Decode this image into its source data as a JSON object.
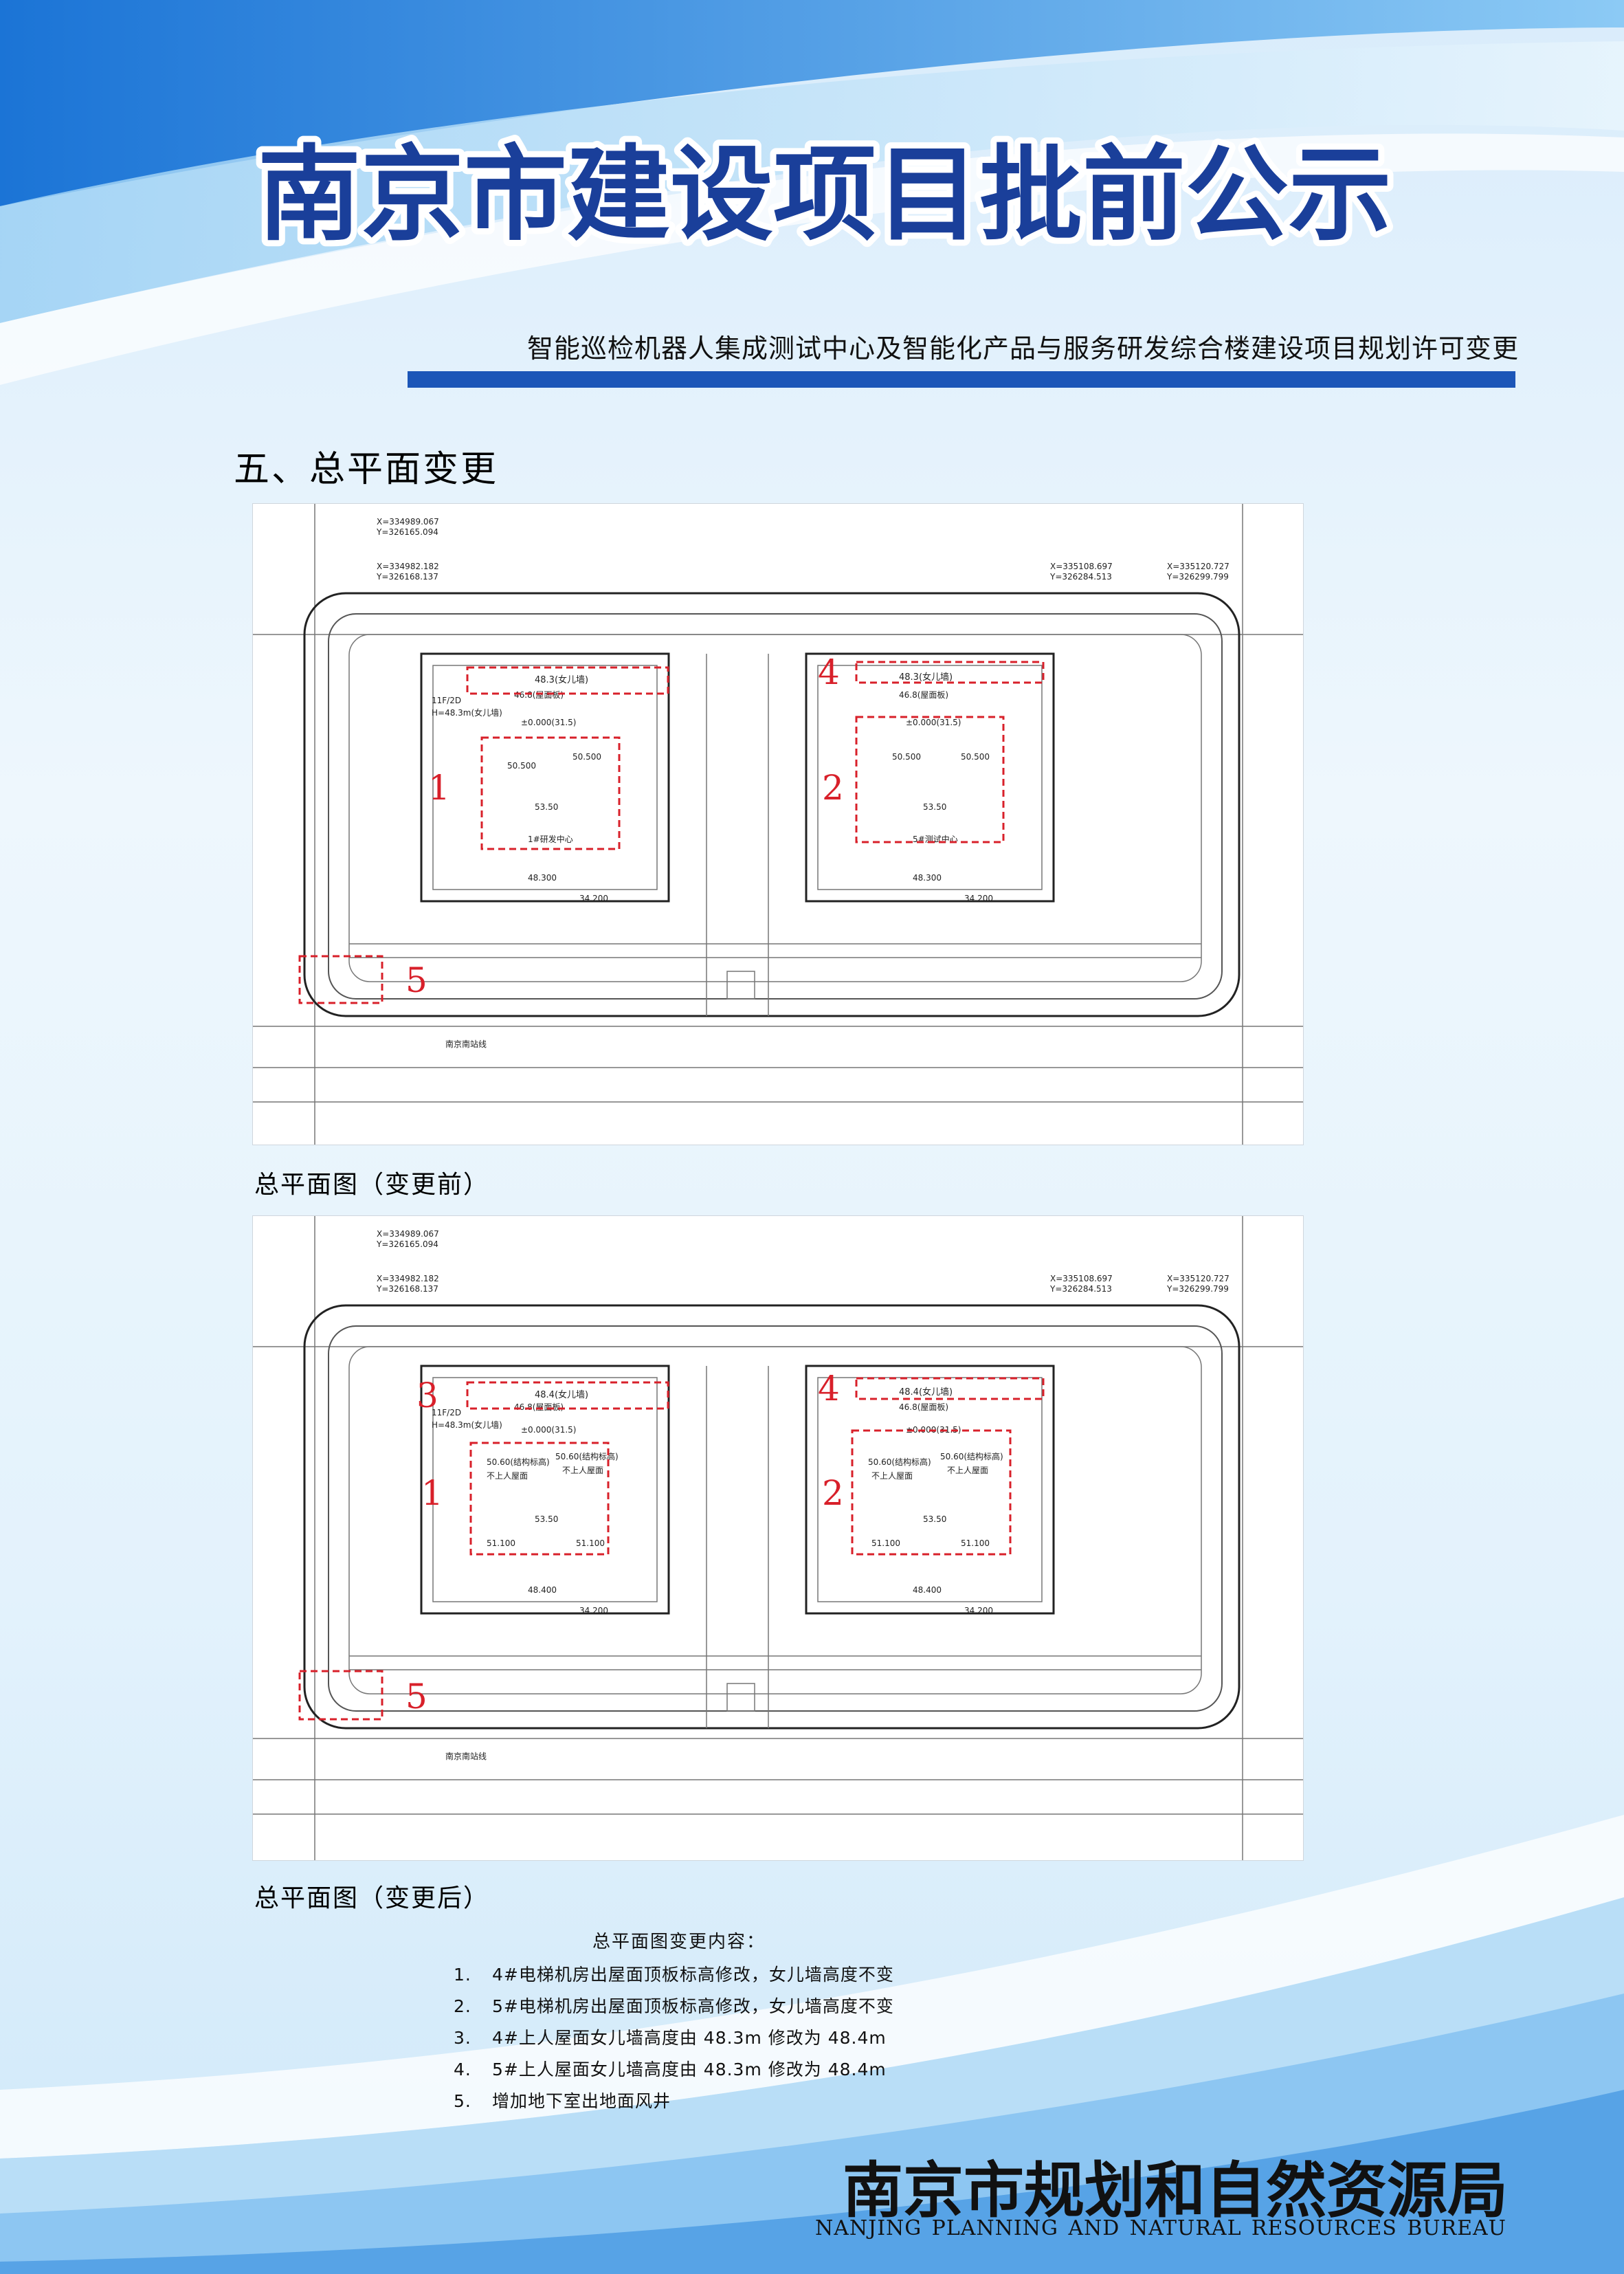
{
  "header": {
    "title": "南京市建设项目批前公示",
    "subtitle": "智能巡检机器人集成测试中心及智能化产品与服务研发综合楼建设项目规划许可变更"
  },
  "section": {
    "title": "五、总平面变更"
  },
  "plans": {
    "before": {
      "caption": "总平面图（变更前）",
      "markers": [
        "1",
        "2",
        "4",
        "5"
      ],
      "labels": {
        "parapet_left": "48.3(女儿墙)",
        "parapet_right": "48.3(女儿墙)",
        "roof_left": "46.8(屋面板)",
        "roof_right": "46.8(屋面板)",
        "floors": "11F/2D",
        "height": "H=48.3m(女儿墙)",
        "zero_left": "±0.000(31.5)",
        "zero_right": "±0.000(31.5)",
        "elev_a": "50.500",
        "elev_b": "50.500",
        "elev_c": "53.50",
        "elev_d": "50.500",
        "elev_e": "50.500",
        "elev_f": "53.50",
        "bldg_left": "1#研发中心",
        "bldg_right": "5#测试中心",
        "dim_a": "48.300",
        "dim_b": "34.200",
        "dim_c": "48.300",
        "dim_d": "34.200",
        "coord_1": "X=334989.067",
        "coord_1y": "Y=326165.094",
        "coord_2": "X=334982.182",
        "coord_2y": "Y=326168.137",
        "coord_3": "X=335108.697",
        "coord_3y": "Y=326284.513",
        "coord_4": "X=335120.727",
        "coord_4y": "Y=326299.799",
        "road": "南京南站线"
      }
    },
    "after": {
      "caption": "总平面图（变更后）",
      "markers": [
        "1",
        "2",
        "3",
        "4",
        "5"
      ],
      "labels": {
        "parapet_left": "48.4(女儿墙)",
        "parapet_right": "48.4(女儿墙)",
        "roof_left": "46.8(屋面板)",
        "roof_right": "46.8(屋面板)",
        "floors": "11F/2D",
        "height": "H=48.3m(女儿墙)",
        "zero_left": "±0.000(31.5)",
        "zero_right": "±0.000(31.5)",
        "struct_a": "50.60(结构标高)",
        "struct_b": "50.60(结构标高)",
        "struct_c": "50.60(结构标高)",
        "struct_d": "50.60(结构标高)",
        "roof_no_a": "不上人屋面",
        "roof_no_b": "不上人屋面",
        "roof_no_c": "不上人屋面",
        "roof_no_d": "不上人屋面",
        "elev_c": "53.50",
        "elev_f": "53.50",
        "elev_g": "51.100",
        "elev_h": "51.100",
        "elev_i": "51.100",
        "elev_j": "51.100",
        "dim_a": "48.400",
        "dim_b": "34.200",
        "dim_c": "48.400",
        "dim_d": "34.200",
        "coord_1": "X=334989.067",
        "coord_1y": "Y=326165.094",
        "coord_2": "X=334982.182",
        "coord_2y": "Y=326168.137",
        "coord_3": "X=335108.697",
        "coord_3y": "Y=326284.513",
        "coord_4": "X=335120.727",
        "coord_4y": "Y=326299.799",
        "road": "南京南站线"
      }
    }
  },
  "changes": {
    "title": "总平面图变更内容：",
    "items": [
      {
        "num": "1.",
        "text": "4#电梯机房出屋面顶板标高修改，女儿墙高度不变"
      },
      {
        "num": "2.",
        "text": "5#电梯机房出屋面顶板标高修改，女儿墙高度不变"
      },
      {
        "num": "3.",
        "text": "4#上人屋面女儿墙高度由 48.3m 修改为 48.4m"
      },
      {
        "num": "4.",
        "text": "5#上人屋面女儿墙高度由 48.3m 修改为 48.4m"
      },
      {
        "num": "5.",
        "text": "增加地下室出地面风井"
      }
    ]
  },
  "footer": {
    "bureau_cn": "南京市规划和自然资源局",
    "bureau_en": [
      "NANJING",
      "PLANNING",
      "AND",
      "NATURAL",
      "RESOURCES",
      "BUREAU"
    ]
  },
  "colors": {
    "primary_blue": "#1c56b8",
    "title_blue": "#1a3f9a",
    "marker_red": "#d8202a"
  }
}
